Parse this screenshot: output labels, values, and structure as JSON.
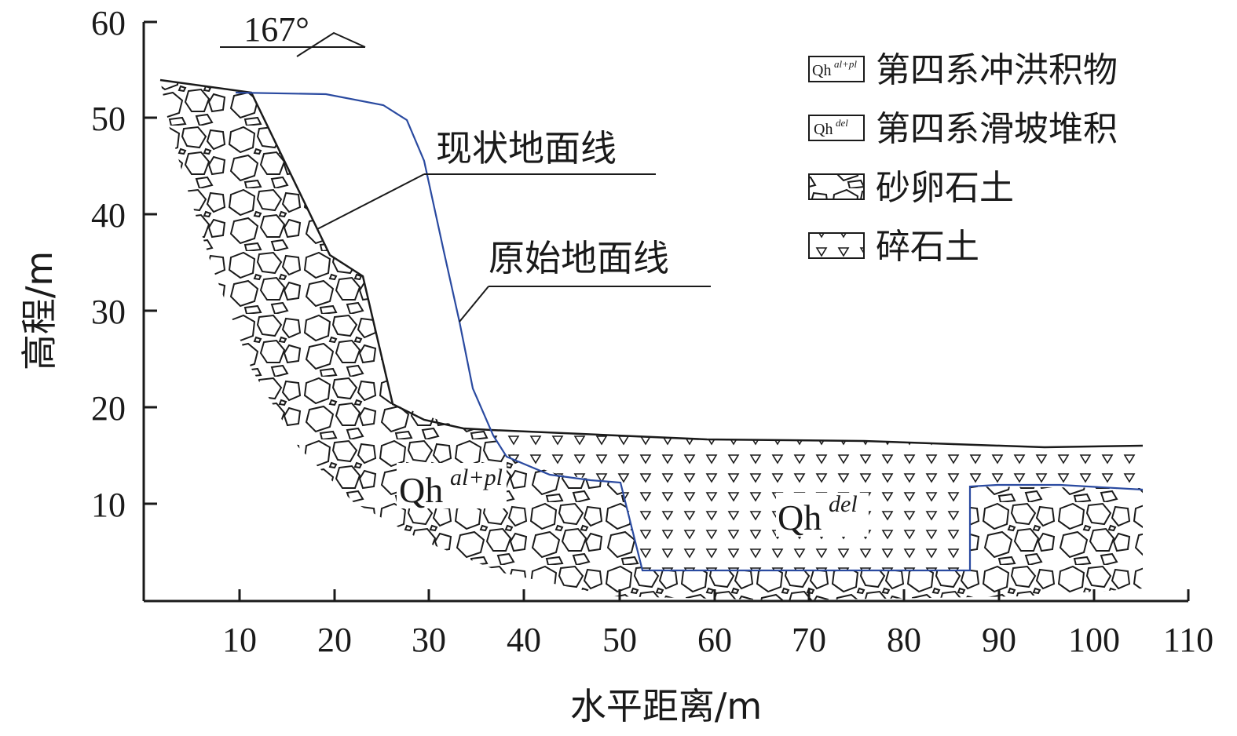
{
  "axes": {
    "x_label": "水平距离/m",
    "y_label": "高程/m",
    "x_ticks": [
      "10",
      "20",
      "30",
      "40",
      "50",
      "60",
      "70",
      "80",
      "90",
      "100",
      "110"
    ],
    "y_ticks": [
      "60",
      "50",
      "40",
      "30",
      "20",
      "10"
    ]
  },
  "orientation": "167°",
  "labels": {
    "current_ground": "现状地面线",
    "original_ground": "原始地面线",
    "qh_alpl_main": "Qh",
    "qh_alpl_sup": "al+pl",
    "qh_del_main": "Qh",
    "qh_del_sup": "del"
  },
  "legend": [
    {
      "code": "Qh",
      "sup": "al+pl",
      "text": "第四系冲洪积物",
      "pattern": "none"
    },
    {
      "code": "Qh",
      "sup": "del",
      "text": "第四系滑坡堆积",
      "pattern": "none"
    },
    {
      "code": "",
      "sup": "",
      "text": "砂卵石土",
      "pattern": "cobble"
    },
    {
      "code": "",
      "sup": "",
      "text": "碎石土",
      "pattern": "gravel"
    }
  ],
  "colors": {
    "original_ground_line": "#2a4aa0",
    "ink": "#1a1a1a"
  }
}
